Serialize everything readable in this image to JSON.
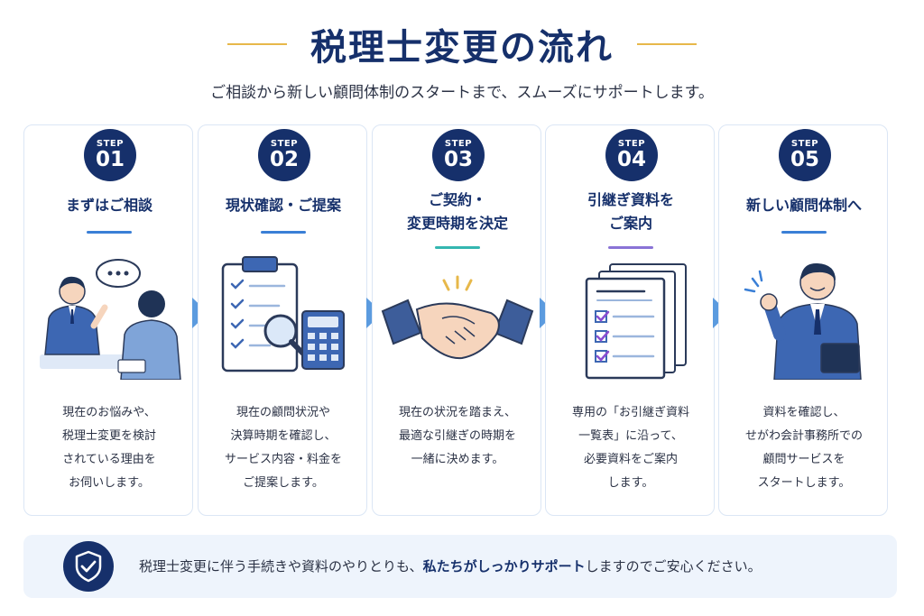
{
  "header": {
    "title": "税理士変更の流れ",
    "subtitle": "ご相談から新しい顧問体制のスタートまで、スムーズにサポートします。"
  },
  "colors": {
    "navy": "#16306b",
    "gold": "#e7b84a",
    "arrow": "#5b9bdf",
    "underline_blue": "#3a7fd6",
    "underline_teal": "#34b6b0",
    "underline_purple": "#8a73d6"
  },
  "steps": [
    {
      "step_label": "STEP",
      "number": "01",
      "title_lines": [
        "まずはご相談"
      ],
      "desc_lines": [
        "現在のお悩みや、",
        "税理士変更を検討",
        "されている理由を",
        "お伺いします。"
      ],
      "icon": "consultation-icon"
    },
    {
      "step_label": "STEP",
      "number": "02",
      "title_lines": [
        "現状確認・ご提案"
      ],
      "desc_lines": [
        "現在の顧問状況や",
        "決算時期を確認し、",
        "サービス内容・料金を",
        "ご提案します。"
      ],
      "icon": "clipboard-calculator-icon"
    },
    {
      "step_label": "STEP",
      "number": "03",
      "title_lines": [
        "ご契約・",
        "変更時期を決定"
      ],
      "desc_lines": [
        "現在の状況を踏まえ、",
        "最適な引継ぎの時期を",
        "一緒に決めます。"
      ],
      "icon": "handshake-icon"
    },
    {
      "step_label": "STEP",
      "number": "04",
      "title_lines": [
        "引継ぎ資料を",
        "ご案内"
      ],
      "desc_lines": [
        "専用の「お引継ぎ資料",
        "一覧表」に沿って、",
        "必要資料をご案内",
        "します。"
      ],
      "icon": "document-checklist-icon"
    },
    {
      "step_label": "STEP",
      "number": "05",
      "title_lines": [
        "新しい顧問体制へ"
      ],
      "desc_lines": [
        "資料を確認し、",
        "せがわ会計事務所での",
        "顧問サービスを",
        "スタートします。"
      ],
      "icon": "businessman-icon"
    }
  ],
  "footer": {
    "text_before": "税理士変更に伴う手続きや資料のやりとりも、",
    "text_highlight": "私たちがしっかりサポート",
    "text_after": "しますのでご安心ください。",
    "icon": "shield-check-icon"
  }
}
